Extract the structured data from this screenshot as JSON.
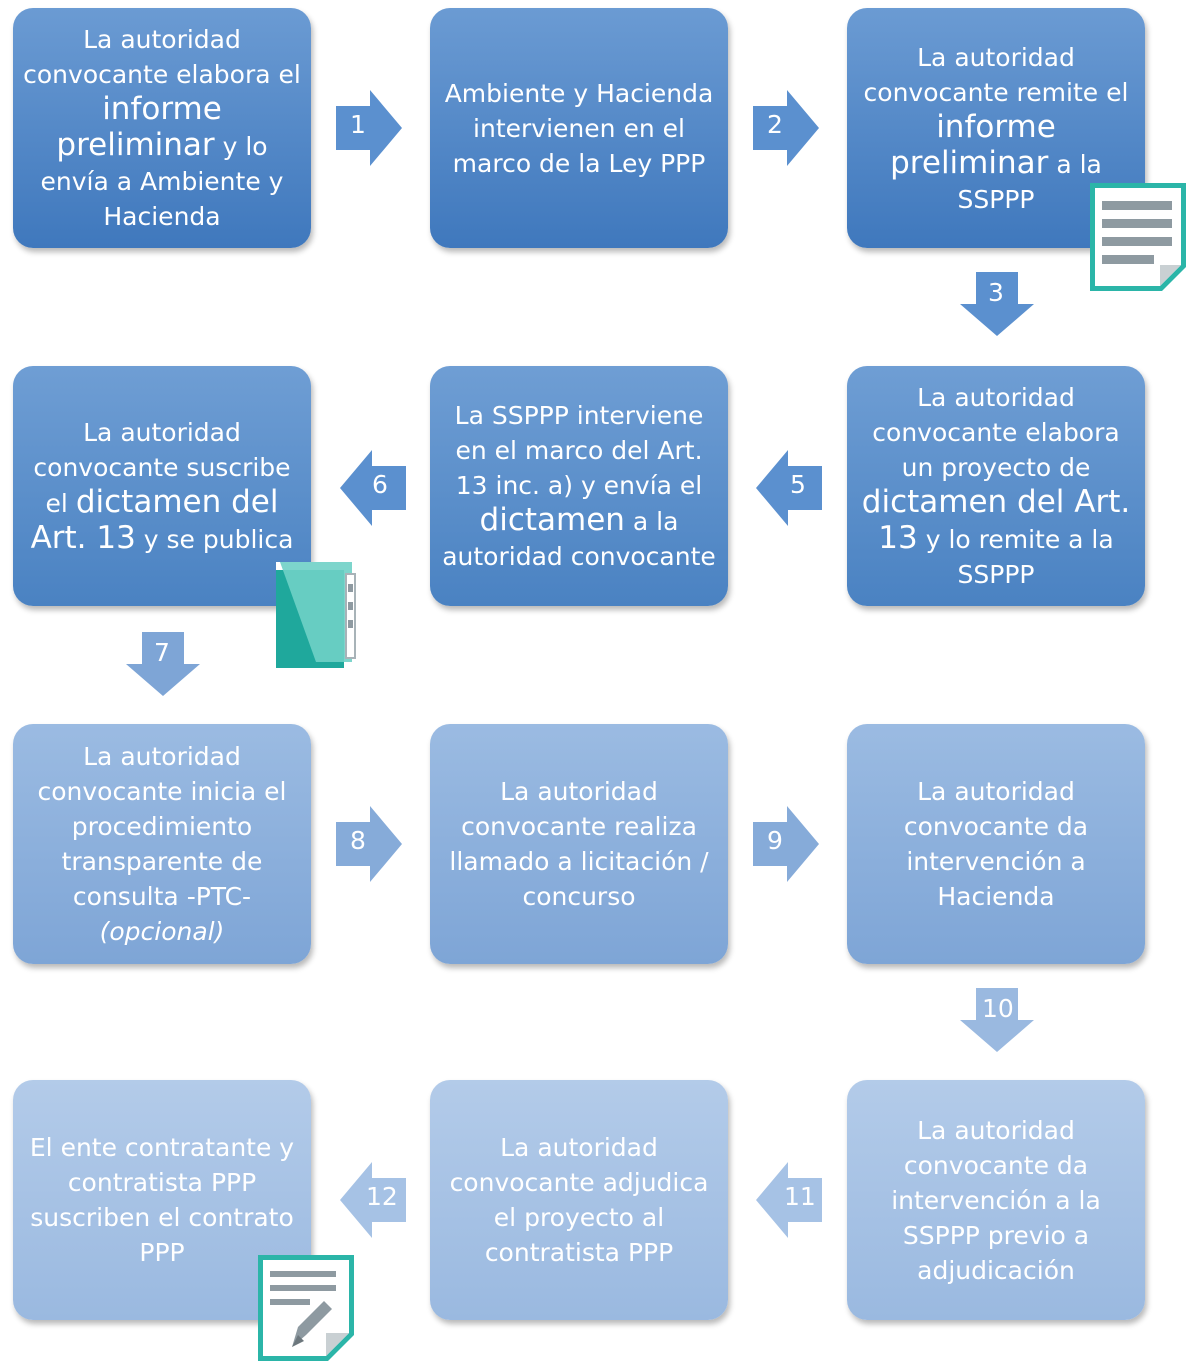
{
  "boxes": [
    {
      "id": "b1",
      "parts": [
        {
          "t": "La autoridad convocante elabora "
        },
        {
          "t": "el "
        },
        {
          "t": "informe preliminar",
          "big": true
        },
        {
          "t": " y lo envía a Ambiente y Hacienda"
        }
      ]
    },
    {
      "id": "b2",
      "parts": [
        {
          "t": "Ambiente y Hacienda intervienen en el marco de la Ley PPP"
        }
      ]
    },
    {
      "id": "b3",
      "parts": [
        {
          "t": "La autoridad convocante remite el "
        },
        {
          "t": "informe preliminar",
          "big": true
        },
        {
          "t": " a la SSPPP"
        }
      ]
    },
    {
      "id": "b4",
      "parts": [
        {
          "t": "La autoridad convocante elabora un proyecto de "
        },
        {
          "t": "dictamen del Art. 13",
          "big": true
        },
        {
          "t": " y lo remite a la SSPPP"
        }
      ]
    },
    {
      "id": "b5",
      "parts": [
        {
          "t": "La SSPPP interviene en el marco del Art. 13 inc. a) y envía el "
        },
        {
          "t": "dictamen",
          "big": true
        },
        {
          "t": " a la autoridad convocante"
        }
      ]
    },
    {
      "id": "b6",
      "parts": [
        {
          "t": "La autoridad convocante suscribe el "
        },
        {
          "t": "dictamen del Art. 13",
          "big": true
        },
        {
          "t": " y se publica"
        }
      ]
    },
    {
      "id": "b7",
      "parts": [
        {
          "t": "La autoridad convocante inicia el procedimiento transparente de consulta -PTC- "
        },
        {
          "t": "(opcional)",
          "italic": true
        }
      ]
    },
    {
      "id": "b8",
      "parts": [
        {
          "t": "La autoridad convocante realiza llamado a licitación / concurso"
        }
      ]
    },
    {
      "id": "b9",
      "parts": [
        {
          "t": "La autoridad convocante da intervención a Hacienda"
        }
      ]
    },
    {
      "id": "b10",
      "parts": [
        {
          "t": "La autoridad convocante da intervención a la SSPPP previo a adjudicación"
        }
      ]
    },
    {
      "id": "b11",
      "parts": [
        {
          "t": "La autoridad convocante adjudica el proyecto al contratista PPP"
        }
      ]
    },
    {
      "id": "b12",
      "parts": [
        {
          "t": "El ente contratante y contratista PPP suscriben el contrato PPP"
        }
      ]
    }
  ],
  "arrows": [
    "1",
    "2",
    "3",
    "5",
    "6",
    "7",
    "8",
    "9",
    "10",
    "11",
    "12"
  ],
  "icons": {
    "doc1": "document-lines-icon",
    "doc2": "folder-icon",
    "doc3": "signed-document-icon"
  },
  "colors": {
    "box_dark": "#3f78bd",
    "box_light": "#b3cbe9",
    "teal": "#2bb5a8"
  }
}
